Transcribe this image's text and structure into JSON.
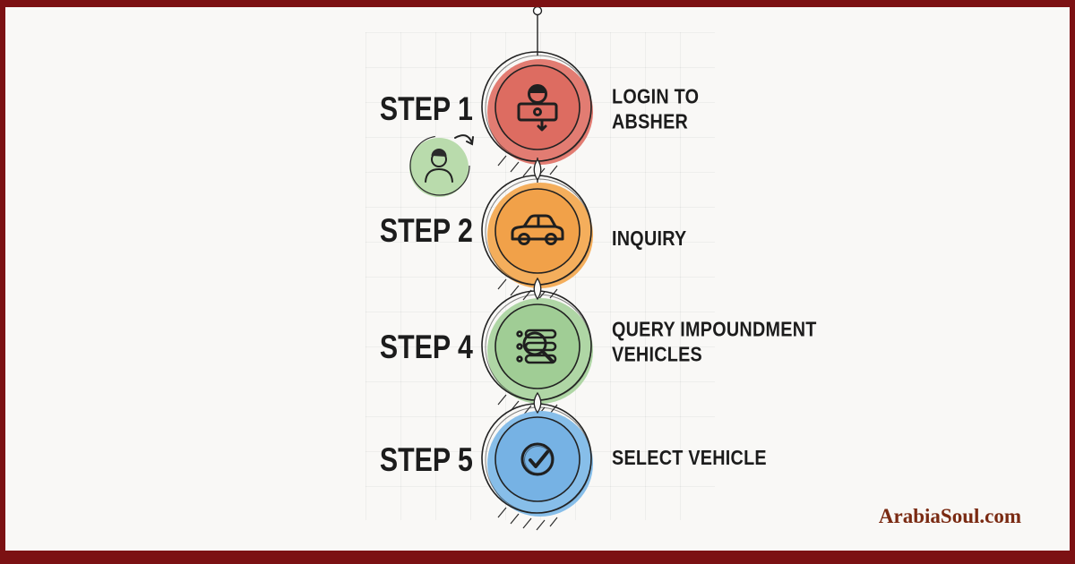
{
  "page": {
    "bg": "#f9f8f6",
    "frame_color": "#7c1113",
    "watermark": "ArabiaSoul.com",
    "watermark_color": "#7a2a12",
    "line_color": "#222222"
  },
  "decor": {
    "mini_badge_color": "#b9dbac"
  },
  "steps": [
    {
      "label": "STEP 1",
      "title": "LOGIN TO\nABSHER",
      "blob": "#e27c72",
      "inner": "#dd6c61",
      "icon": "absher-login-icon"
    },
    {
      "label": "STEP 2",
      "title": "INQUIRY",
      "blob": "#f4ae5c",
      "inner": "#f1a149",
      "icon": "car-icon"
    },
    {
      "label": "STEP 4",
      "title": "QUERY IMPOUNDMENT\nVEHICLES",
      "blob": "#afd6a5",
      "inner": "#a0cd95",
      "icon": "query-search-icon"
    },
    {
      "label": "STEP 5",
      "title": "SELECT VEHICLE",
      "blob": "#87bee9",
      "inner": "#76b2e4",
      "icon": "check-icon"
    }
  ]
}
